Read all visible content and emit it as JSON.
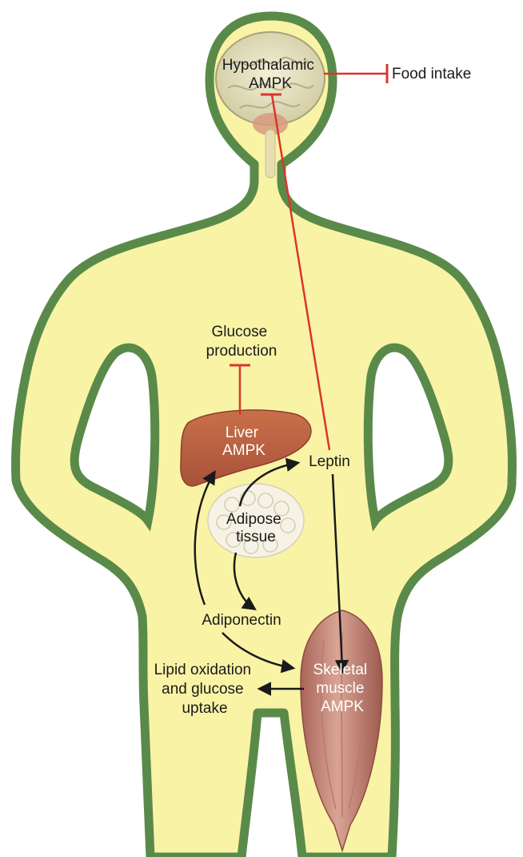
{
  "colors": {
    "body_fill": "#f9f3a5",
    "body_outline": "#5a8a4a",
    "inhibit_line": "#d9362b",
    "activate_arrow": "#1a1a1a",
    "brain": "#e8e6c6",
    "liver": "#b8603e",
    "muscle": "#c58474",
    "adipose": "#f3f0e2"
  },
  "labels": {
    "hypothalamic_ampk": [
      "Hypothalamic",
      "AMPK"
    ],
    "food_intake": "Food intake",
    "glucose_production": [
      "Glucose",
      "production"
    ],
    "liver_ampk": [
      "Liver",
      "AMPK"
    ],
    "leptin": "Leptin",
    "adipose_tissue": [
      "Adipose",
      "tissue"
    ],
    "adiponectin": "Adiponectin",
    "lipid_oxidation": [
      "Lipid oxidation",
      "and glucose",
      "uptake"
    ],
    "skeletal_muscle_ampk": [
      "Skeletal",
      "muscle",
      "AMPK"
    ]
  },
  "icons": {
    "brain": "brain-icon",
    "liver": "liver-icon",
    "muscle": "muscle-icon",
    "adipose": "adipose-icon",
    "body": "human-body-outline"
  }
}
